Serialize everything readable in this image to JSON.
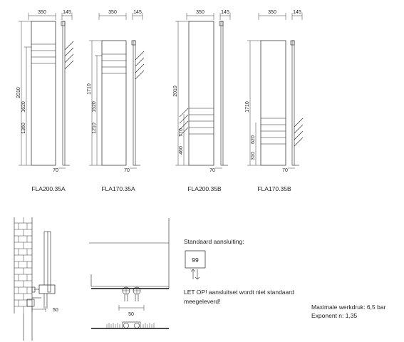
{
  "radiators": [
    {
      "id": "FLA200.35A",
      "caption": "FLA200.35A",
      "width": "350",
      "depth": "145",
      "heights": [
        "2010",
        "1620",
        "1360"
      ],
      "bottom": "70"
    },
    {
      "id": "FLA170.35A",
      "caption": "FLA170.35A",
      "width": "350",
      "depth": "145",
      "heights": [
        "1710",
        "1520",
        "1210"
      ],
      "bottom": "70"
    },
    {
      "id": "FLA200.35B",
      "caption": "FLA200.35B",
      "width": "350",
      "depth": "145",
      "heights": [
        "2010",
        "770",
        "460"
      ],
      "bottom": "70"
    },
    {
      "id": "FLA170.35B",
      "caption": "FLA170.35B",
      "width": "350",
      "depth": "145",
      "heights": [
        "1710",
        "620",
        "310"
      ],
      "bottom": "70"
    }
  ],
  "details": {
    "side_offset": "50",
    "connection_spacing": "50",
    "connection_title": "Standaard aansluiting:",
    "connection_code": "99",
    "warning_line1": "LET OP! aansluitset wordt niet standaard",
    "warning_line2": "meegeleverd!",
    "pressure": "Maximale werkdruk: 6,5 bar",
    "exponent": "Exponent n: 1,35"
  }
}
